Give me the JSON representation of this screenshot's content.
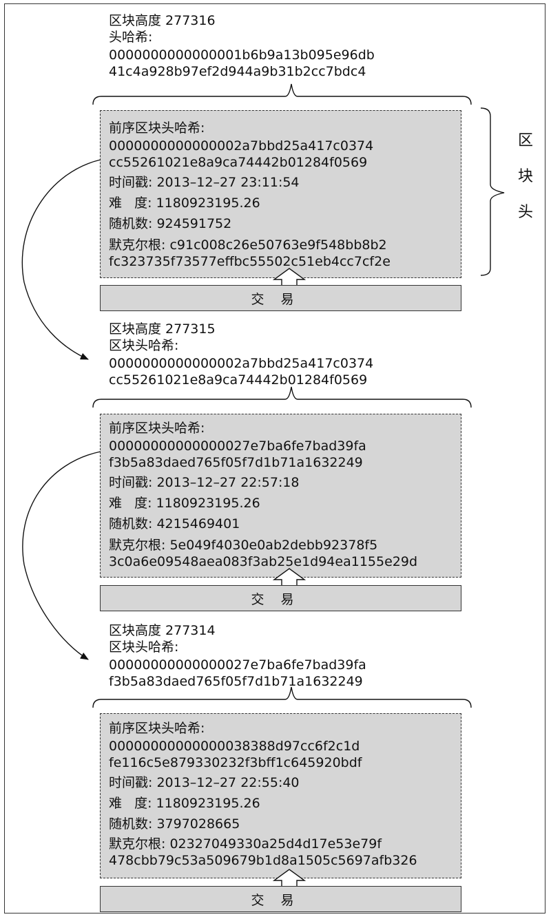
{
  "side_label": [
    "区",
    "块",
    "头"
  ],
  "blocks": [
    {
      "height_line": "区块高度 277316",
      "hash_label": "头哈希:",
      "hash_lines": [
        "0000000000000001b6b9a13b095e96db",
        "41c4a928b97ef2d944a9b31b2cc7bdc4"
      ],
      "prev_label": "前序区块头哈希:",
      "prev_lines": [
        "0000000000000002a7bbd25a417c0374",
        "cc55261021e8a9ca74442b01284f0569"
      ],
      "timestamp": "时间戳: 2013–12–27 23:11:54",
      "difficulty": "难   度: 1180923195.26",
      "nonce": "随机数: 924591752",
      "merkle_lines": [
        "默克尔根: c91c008c26e50763e9f548bb8b2",
        "fc323735f73577effbc55502c51eb4cc7cf2e"
      ],
      "tx_label": "交易"
    },
    {
      "height_line": "区块高度 277315",
      "hash_label": "区块头哈希:",
      "hash_lines": [
        "0000000000000002a7bbd25a417c0374",
        "cc55261021e8a9ca74442b01284f0569"
      ],
      "prev_label": "前序区块头哈希:",
      "prev_lines": [
        "00000000000000027e7ba6fe7bad39fa",
        "f3b5a83daed765f05f7d1b71a1632249"
      ],
      "timestamp": "时间戳: 2013–12–27 22:57:18",
      "difficulty": "难   度: 1180923195.26",
      "nonce": "随机数: 4215469401",
      "merkle_lines": [
        "默克尔根: 5e049f4030e0ab2debb92378f5",
        "3c0a6e09548aea083f3ab25e1d94ea1155e29d"
      ],
      "tx_label": "交易"
    },
    {
      "height_line": "区块高度 277314",
      "hash_label": "区块头哈希:",
      "hash_lines": [
        "00000000000000027e7ba6fe7bad39fa",
        "f3b5a83daed765f05f7d1b71a1632249"
      ],
      "prev_label": "前序区块头哈希:",
      "prev_lines": [
        "00000000000000038388d97cc6f2c1d",
        "fe116c5e879330232f3bff1c645920bdf"
      ],
      "timestamp": "时间戳: 2013–12–27 22:55:40",
      "difficulty": "难   度: 1180923195.26",
      "nonce": "随机数: 3797028665",
      "merkle_lines": [
        "默克尔根: 02327049330a25d4d17e53e79f",
        "478cbb79c53a509679b1d8a1505c5697afb326"
      ],
      "tx_label": "交易"
    }
  ]
}
